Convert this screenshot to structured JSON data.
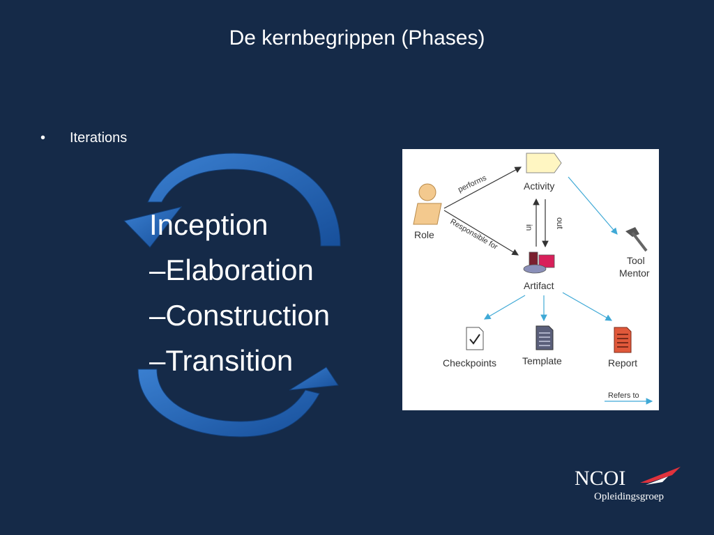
{
  "slide": {
    "title": "De kernbegrippen (Phases)",
    "bullet": {
      "marker": "•",
      "text": "Iterations"
    },
    "phases": [
      "Inception",
      "–Elaboration",
      "–Construction",
      "–Transition"
    ]
  },
  "diagram": {
    "nodes": {
      "role": "Role",
      "activity": "Activity",
      "artifact": "Artifact",
      "tool_mentor_line1": "Tool",
      "tool_mentor_line2": "Mentor",
      "checkpoints": "Checkpoints",
      "template": "Template",
      "report": "Report"
    },
    "edges": {
      "performs": "performs",
      "responsible_for": "Responsible for",
      "in": "in",
      "out": "out",
      "refers_to": "Refers to"
    }
  },
  "logo": {
    "name": "NCOI",
    "subtitle": "Opleidingsgroep"
  },
  "colors": {
    "background": "#152a48",
    "arrow_blue": "#1f5fb0",
    "diagram_link": "#3fa9d6",
    "logo_red": "#e0323c"
  }
}
